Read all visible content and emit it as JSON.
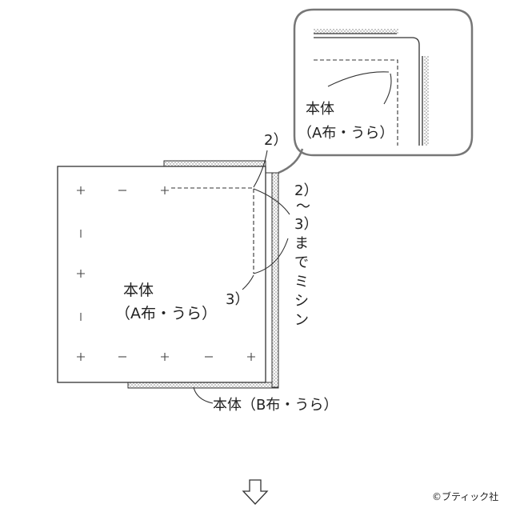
{
  "inset": {
    "label_line1": "本体",
    "label_line2": "（A布・うら）"
  },
  "main": {
    "label_line1": "本体",
    "label_line2": "（A布・うら）",
    "back_fabric_label": "本体（B布・うら）"
  },
  "steps": {
    "step2": "2）",
    "step3": "3）",
    "vertical_caption": [
      "2）",
      "～",
      "3）",
      "ま",
      "で",
      "ミ",
      "シ",
      "ン"
    ]
  },
  "copyright": "©ブティック社",
  "colors": {
    "line": "#333333",
    "checker": "#cfcfcf"
  }
}
